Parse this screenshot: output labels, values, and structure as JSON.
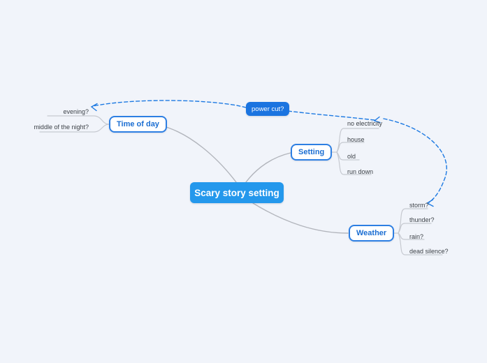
{
  "mindmap": {
    "root": {
      "label": "Scary story setting"
    },
    "floating_topic": {
      "label": "power cut?"
    },
    "branches": [
      {
        "label": "Time of day",
        "side": "left",
        "children": [
          "evening?",
          "middle of the night?"
        ]
      },
      {
        "label": "Setting",
        "side": "right",
        "children": [
          "no electricity",
          "house",
          "old",
          "run down"
        ]
      },
      {
        "label": "Weather",
        "side": "right",
        "children": [
          "storm?",
          "thunder?",
          "rain?",
          "dead silence?"
        ]
      }
    ],
    "connections": [
      {
        "from": "power cut?",
        "to": "evening?",
        "style": "dashed-arrow"
      },
      {
        "from": "power cut?",
        "to": "no electricity",
        "style": "dashed-arrow"
      },
      {
        "from": "power cut?",
        "to": "storm?",
        "style": "dashed-arrow"
      }
    ],
    "colors": {
      "background": "#f1f4fa",
      "root_fill": "#2498ec",
      "floating_fill": "#1b74e0",
      "topic_border": "#2d7fe3",
      "topic_text": "#1b6ed2",
      "connection_blue": "#1c79e2",
      "branch_line": "#b2b5bc",
      "child_line": "#c6c9d0",
      "label_text": "#3d4248"
    }
  }
}
